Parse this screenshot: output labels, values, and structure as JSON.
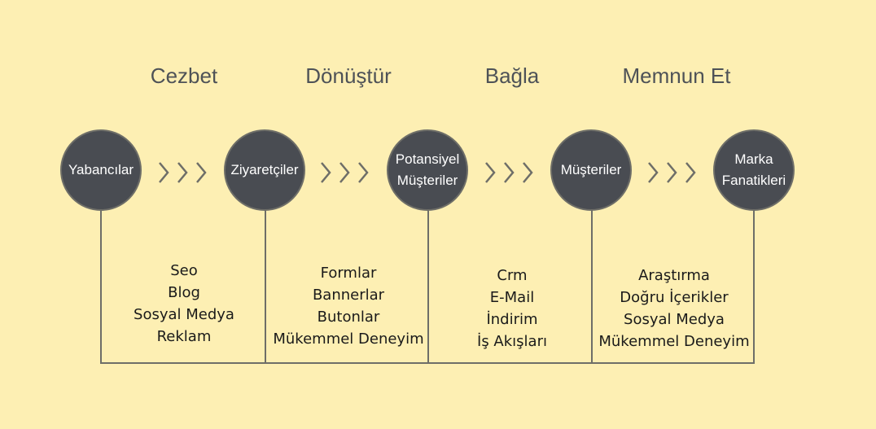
{
  "stages": [
    {
      "title": "Cezbet",
      "node_lines": [
        "Yabancılar"
      ],
      "items": [
        "Seo",
        "Blog",
        "Sosyal Medya",
        "Reklam"
      ]
    },
    {
      "title": "Dönüştür",
      "node_lines": [
        "Ziyaretçiler"
      ],
      "items": [
        "Formlar",
        "Bannerlar",
        "Butonlar",
        "Mükemmel Deneyim"
      ]
    },
    {
      "title": "Bağla",
      "node_lines": [
        "Potansiyel",
        "Müşteriler"
      ],
      "items": [
        "Crm",
        "E-Mail",
        "İndirim",
        "İş Akışları"
      ]
    },
    {
      "title": "Memnun Et",
      "node_lines": [
        "Müşteriler"
      ],
      "items": [
        "Araştırma",
        "Doğru İçerikler",
        "Sosyal Medya",
        "Mükemmel Deneyim"
      ]
    },
    {
      "title": "",
      "node_lines": [
        "Marka",
        "Fanatikleri"
      ],
      "items": []
    }
  ],
  "colors": {
    "background": "#fdefb3",
    "node_fill": "#494c52",
    "line": "#6e6e68",
    "chevron": "#6e6e68"
  }
}
